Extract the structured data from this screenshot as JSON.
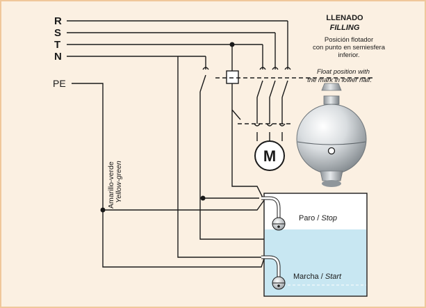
{
  "colors": {
    "background": "#fbf0e2",
    "frame": "#f0c79b",
    "wire": "#1a1a1a",
    "water": "#c8e7f2",
    "tank": "#ffffff"
  },
  "bus_labels": [
    "R",
    "S",
    "T",
    "N"
  ],
  "pe_label": "PE",
  "header": {
    "title": "LLENADO",
    "subtitle": "FILLING",
    "note_es": [
      "Posición flotador",
      "con punto en semiesfera",
      "inferior."
    ],
    "note_en": [
      "Float position with",
      "the mark in lower half."
    ]
  },
  "wire_label": {
    "es": "Amarillo-verde",
    "en": "Yellow-green"
  },
  "motor_label": "M",
  "tank": {
    "stop_es": "Paro / ",
    "stop_en": "Stop",
    "start_es": "Marcha / ",
    "start_en": "Start"
  }
}
